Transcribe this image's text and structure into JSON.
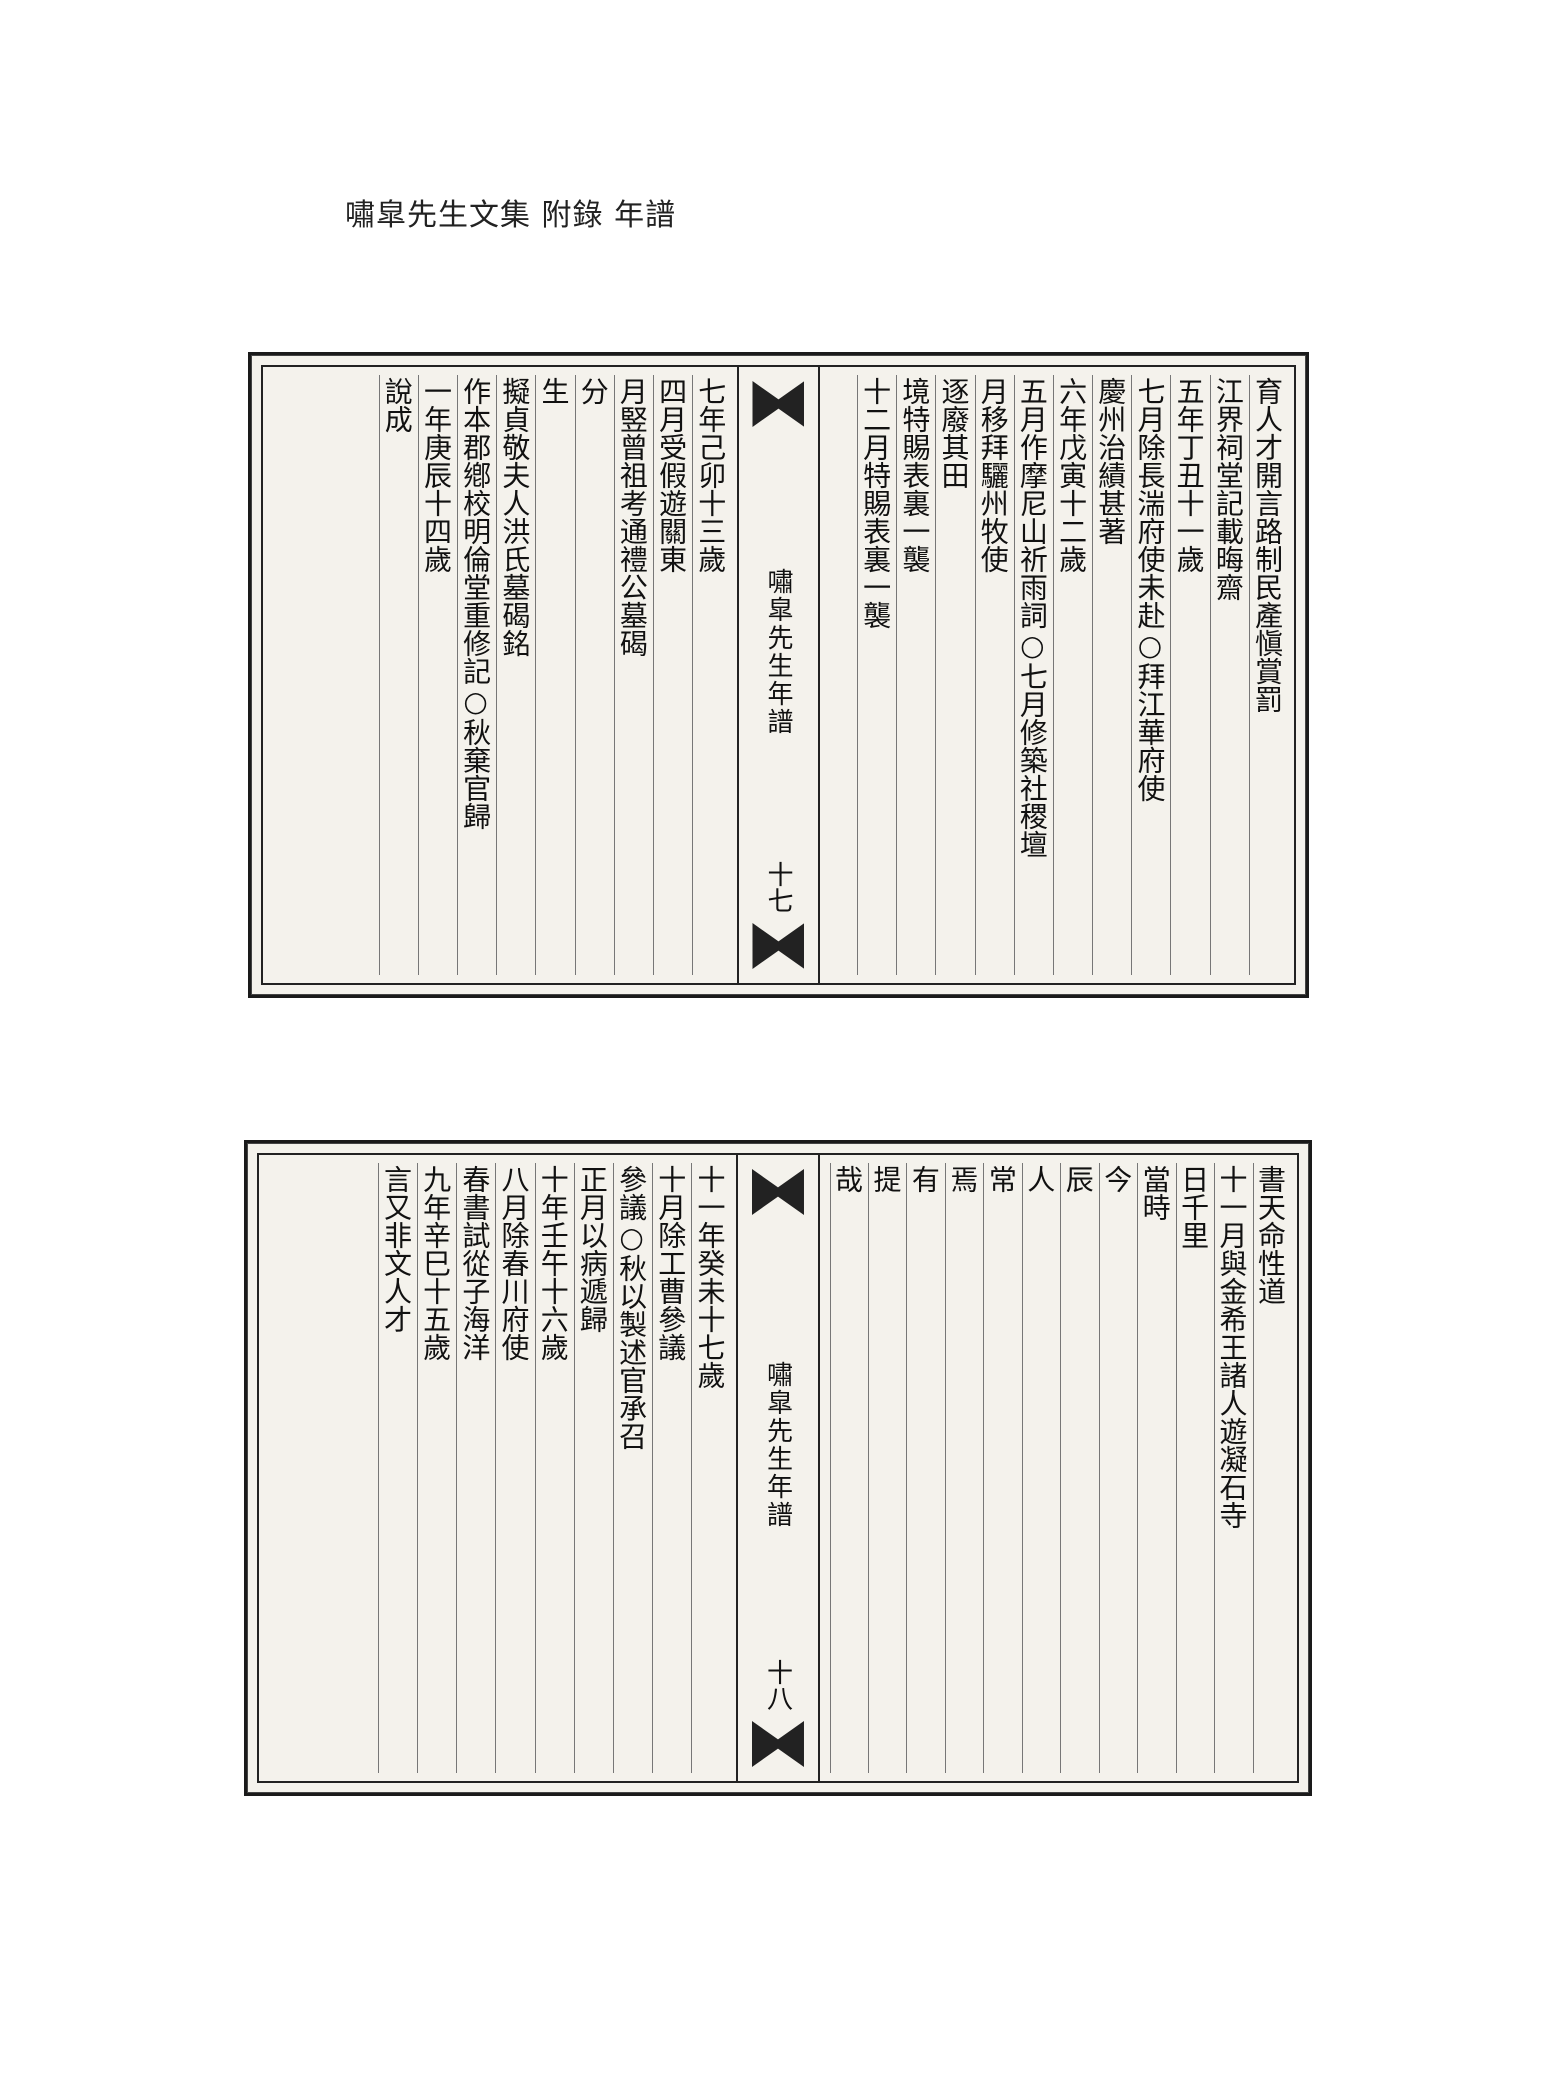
{
  "header": {
    "title": "嘯皐先生文集 附錄 年譜"
  },
  "scans": [
    {
      "gutter": {
        "title": "嘯皐先生年譜",
        "page": "十七"
      },
      "right_columns": [
        "育人才開言路制民產愼賞罰",
        "江界祠堂記載晦齋",
        "五年丁丑十一歲",
        "七月除長湍府使未赴○拜江華府使",
        "慶州治績甚著",
        "六年戊寅十二歲",
        "五月作摩尼山祈雨詞○七月修築社稷壇",
        "月移拜驪州牧使",
        "逐廢其田",
        "境特賜表裏一襲",
        "十二月特賜表裏一襲"
      ],
      "left_columns": [
        "說成",
        "一年庚辰十四歲",
        "作本郡鄕校明倫堂重修記○秋棄官歸",
        "擬貞敬夫人洪氏墓碣銘",
        "生",
        "分",
        "月竪曾祖考通禮公墓碣",
        "四月受假遊關東",
        "七年己卯十三歲"
      ]
    },
    {
      "gutter": {
        "title": "嘯皐先生年譜",
        "page": "十八"
      },
      "right_columns": [
        "書天命性道",
        "十一月與金希王諸人遊凝石寺",
        "日千里",
        "當時",
        "今",
        "辰",
        "人",
        "常",
        "焉",
        "有",
        "提",
        "哉"
      ],
      "left_columns": [
        "言又非文人才",
        "九年辛巳十五歲",
        "春書試從子海洋",
        "八月除春川府使",
        "十年壬午十六歲",
        "正月以病遞歸",
        "參議○秋以製述官承召",
        "十月除工曹參議",
        "十一年癸未十七歲"
      ]
    }
  ]
}
